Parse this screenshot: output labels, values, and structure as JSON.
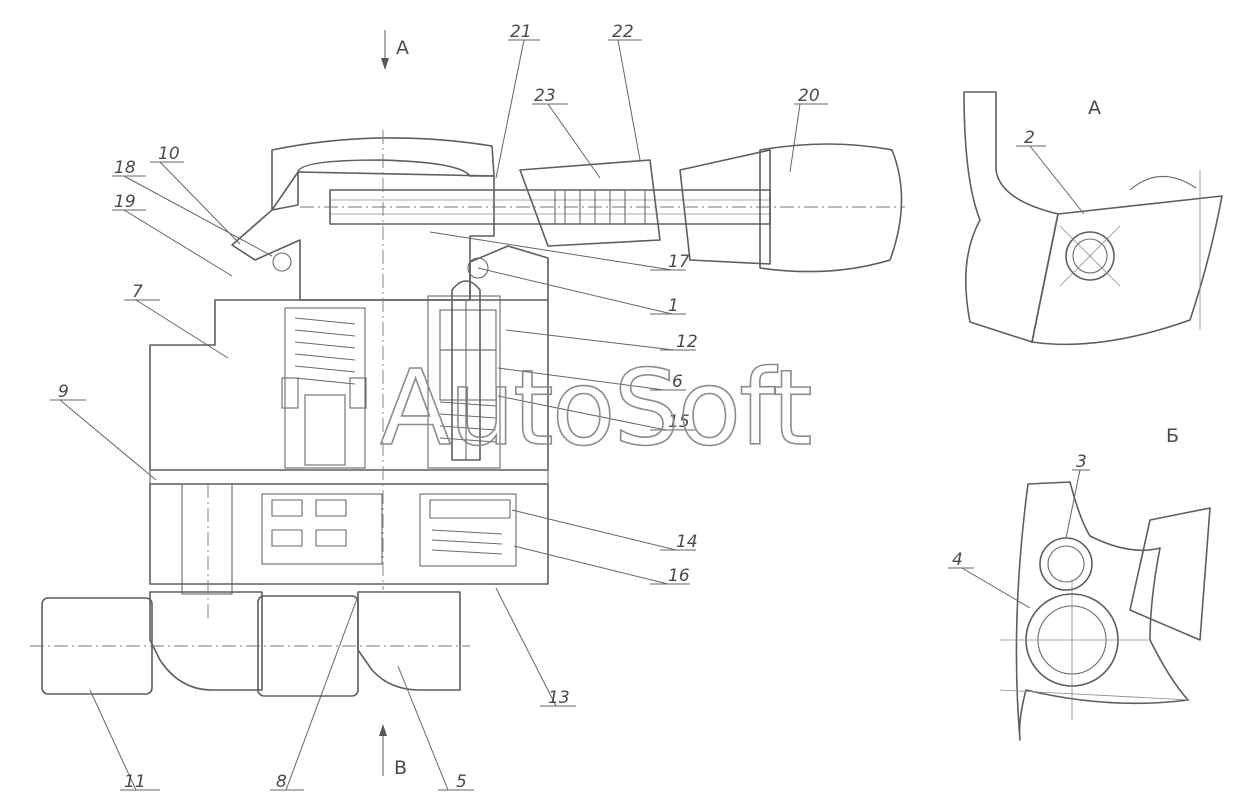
{
  "drawing": {
    "watermark": "AutoSoft",
    "section_marks": {
      "top": "A",
      "bottom": "B"
    },
    "view_titles": {
      "view_a": "А",
      "view_b": "Б"
    },
    "callouts": [
      "1",
      "2",
      "3",
      "4",
      "5",
      "6",
      "7",
      "8",
      "9",
      "10",
      "11",
      "12",
      "13",
      "14",
      "15",
      "16",
      "17",
      "18",
      "19",
      "20",
      "21",
      "22",
      "23"
    ]
  }
}
